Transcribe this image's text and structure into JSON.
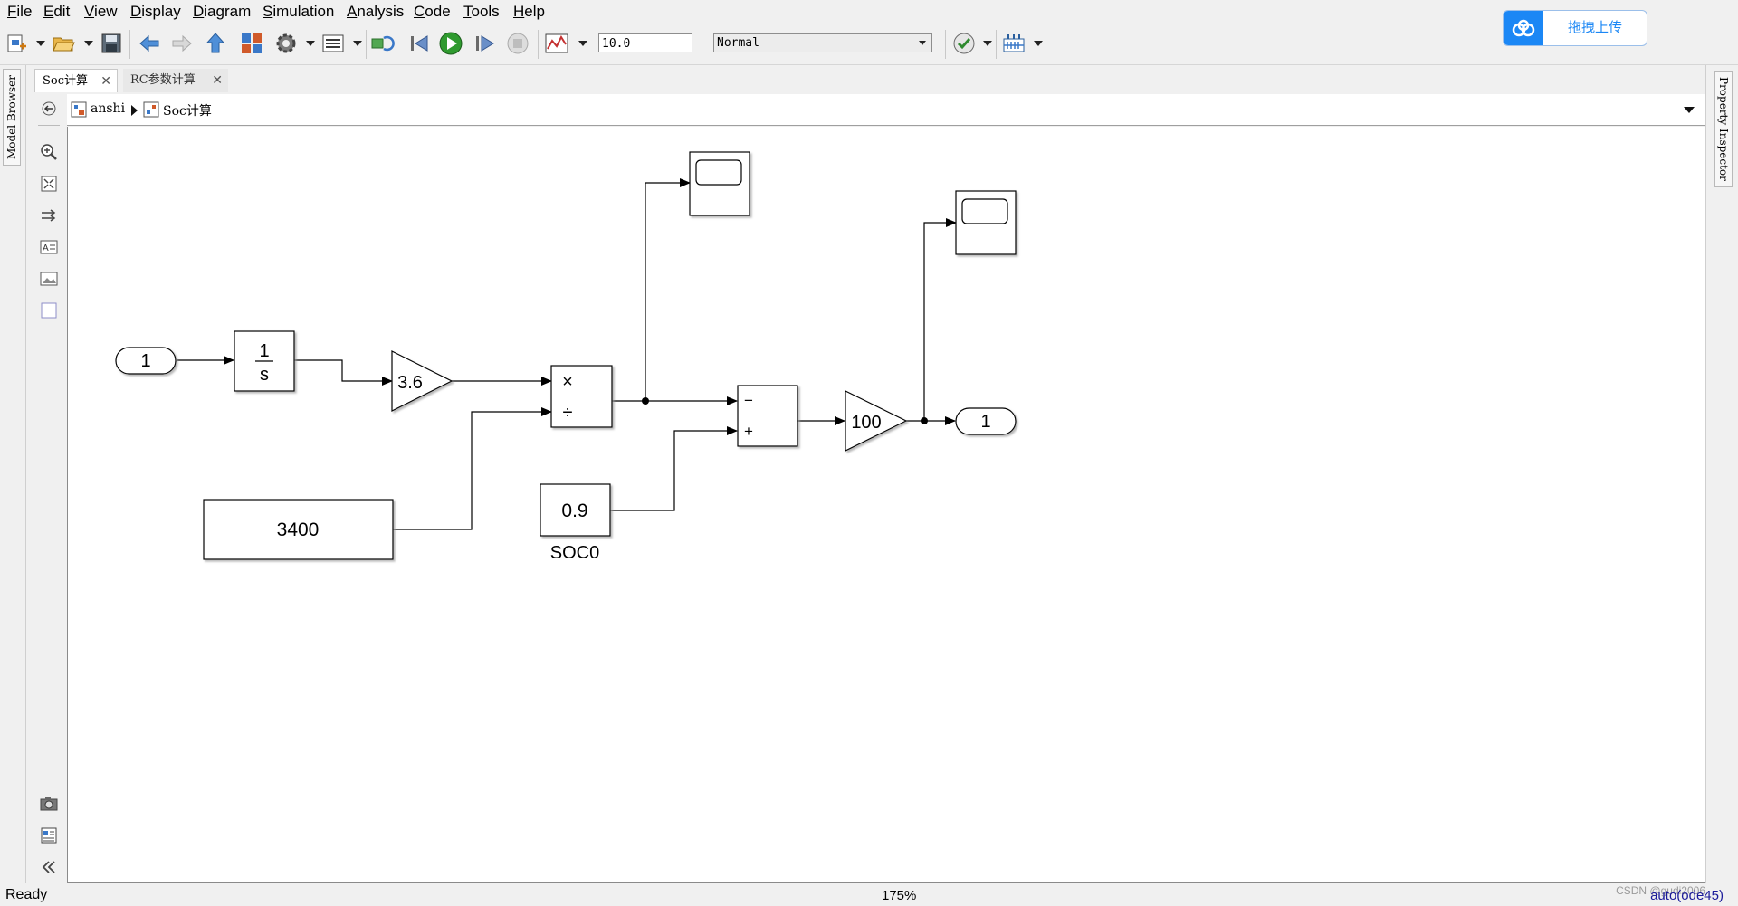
{
  "menu": [
    "File",
    "Edit",
    "View",
    "Display",
    "Diagram",
    "Simulation",
    "Analysis",
    "Code",
    "Tools",
    "Help"
  ],
  "toolbar": {
    "stop_time": "10.0",
    "sim_mode": "Normal"
  },
  "upload_button": "拖拽上传",
  "left_panel_tab": "Model Browser",
  "right_panel_tab": "Property Inspector",
  "tabs": [
    {
      "label": "Soc计算",
      "active": true
    },
    {
      "label": "RC参数计算",
      "active": false
    }
  ],
  "breadcrumb": [
    "anshi",
    "Soc计算"
  ],
  "diagram": {
    "inport_label": "1",
    "integrator_num": "1",
    "integrator_den": "s",
    "gain1": "3.6",
    "capacity_const": "3400",
    "soc0_value": "0.9",
    "soc0_name": "SOC0",
    "sum_minus": "−",
    "sum_plus": "+",
    "gain2": "100",
    "outport_label": "1",
    "product_mult": "×",
    "product_div": "÷"
  },
  "status": {
    "ready": "Ready",
    "zoom": "175%",
    "solver": "auto(ode45)",
    "watermark": "CSDN @gudi2006"
  }
}
